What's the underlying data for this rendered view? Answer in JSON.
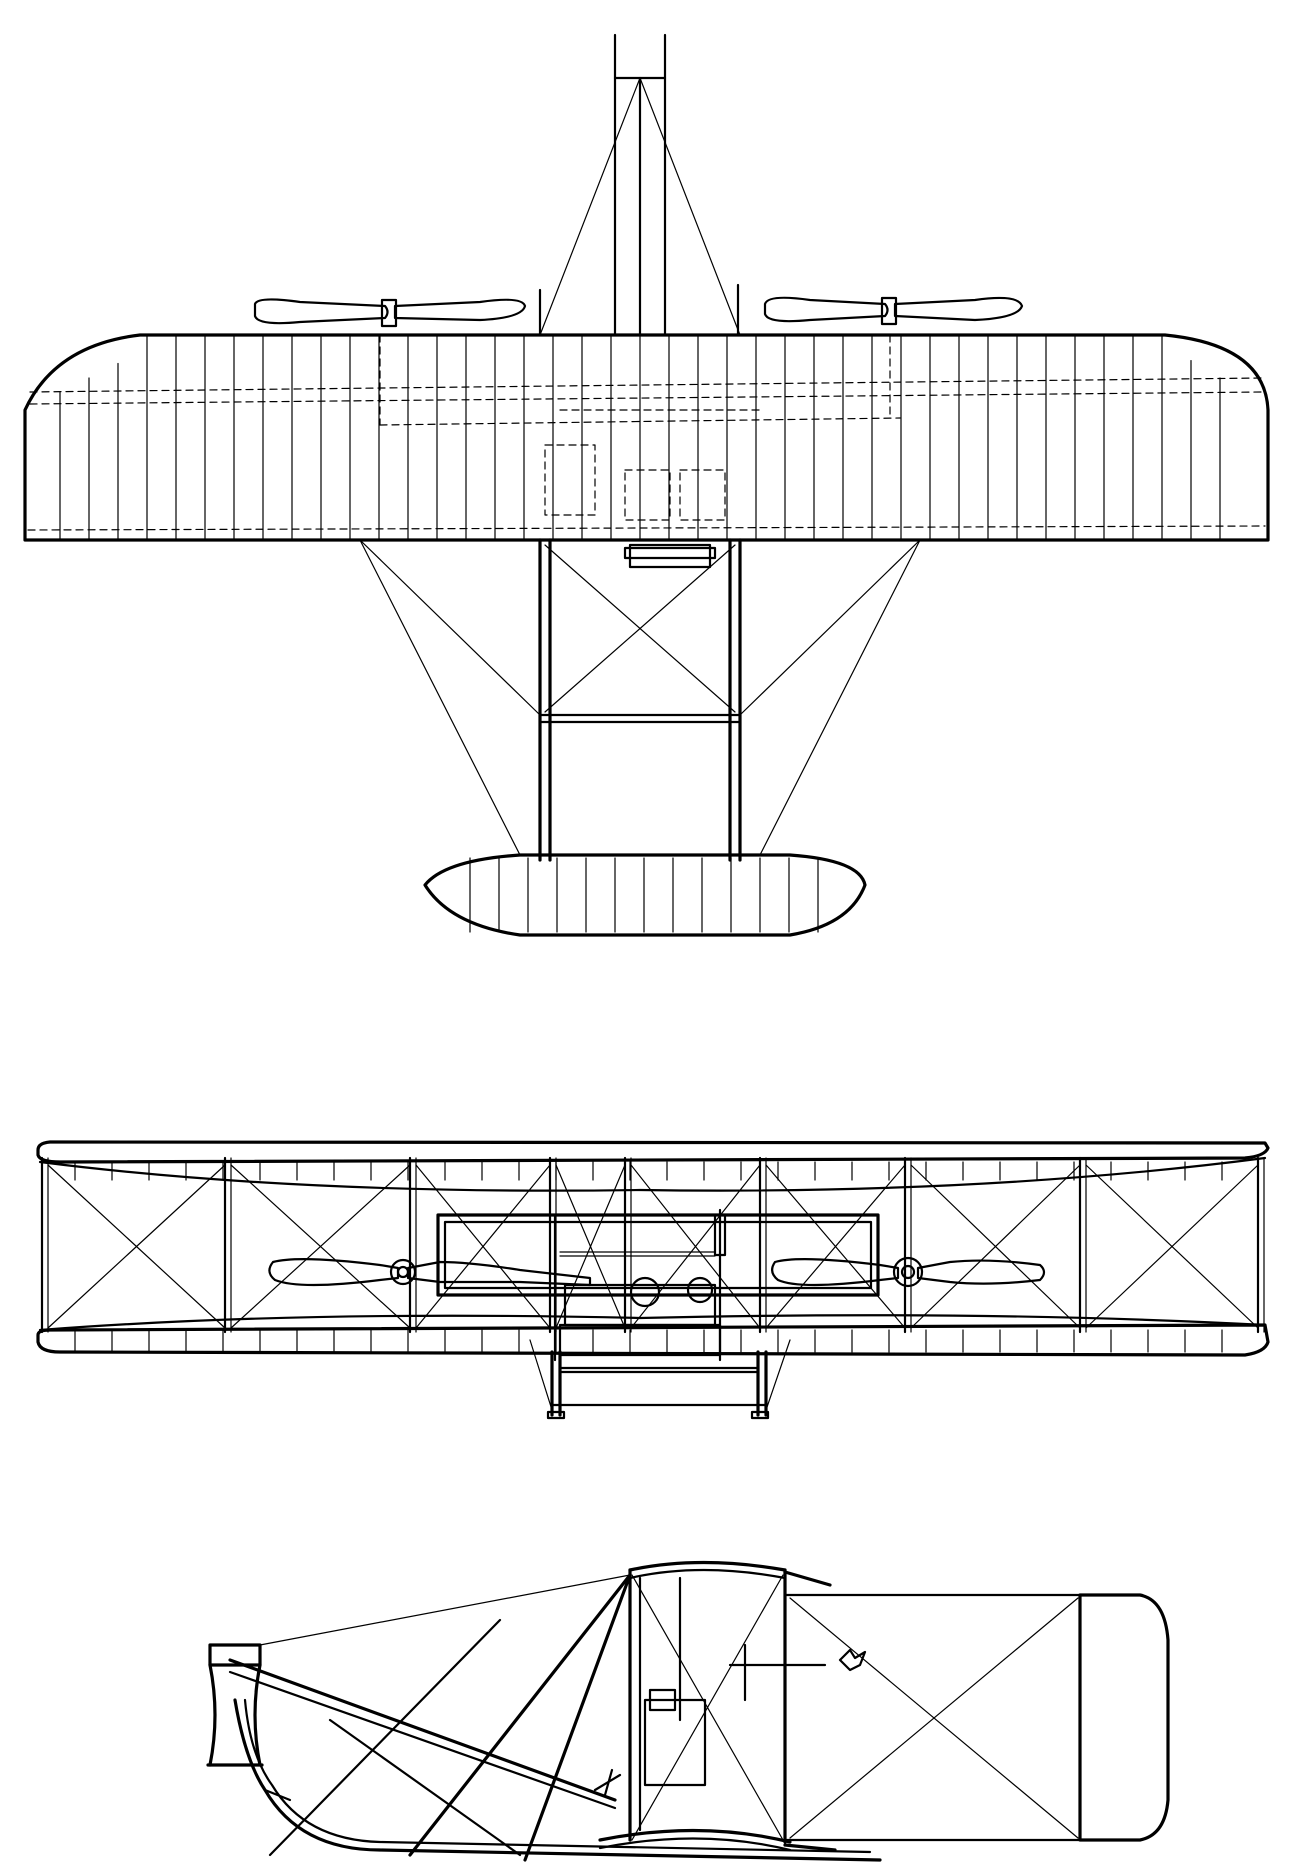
{
  "drawing": {
    "views": [
      {
        "id": "top-view"
      },
      {
        "id": "front-view"
      },
      {
        "id": "side-view"
      }
    ],
    "colors": {
      "ink": "#000000",
      "paper": "#ffffff"
    }
  }
}
